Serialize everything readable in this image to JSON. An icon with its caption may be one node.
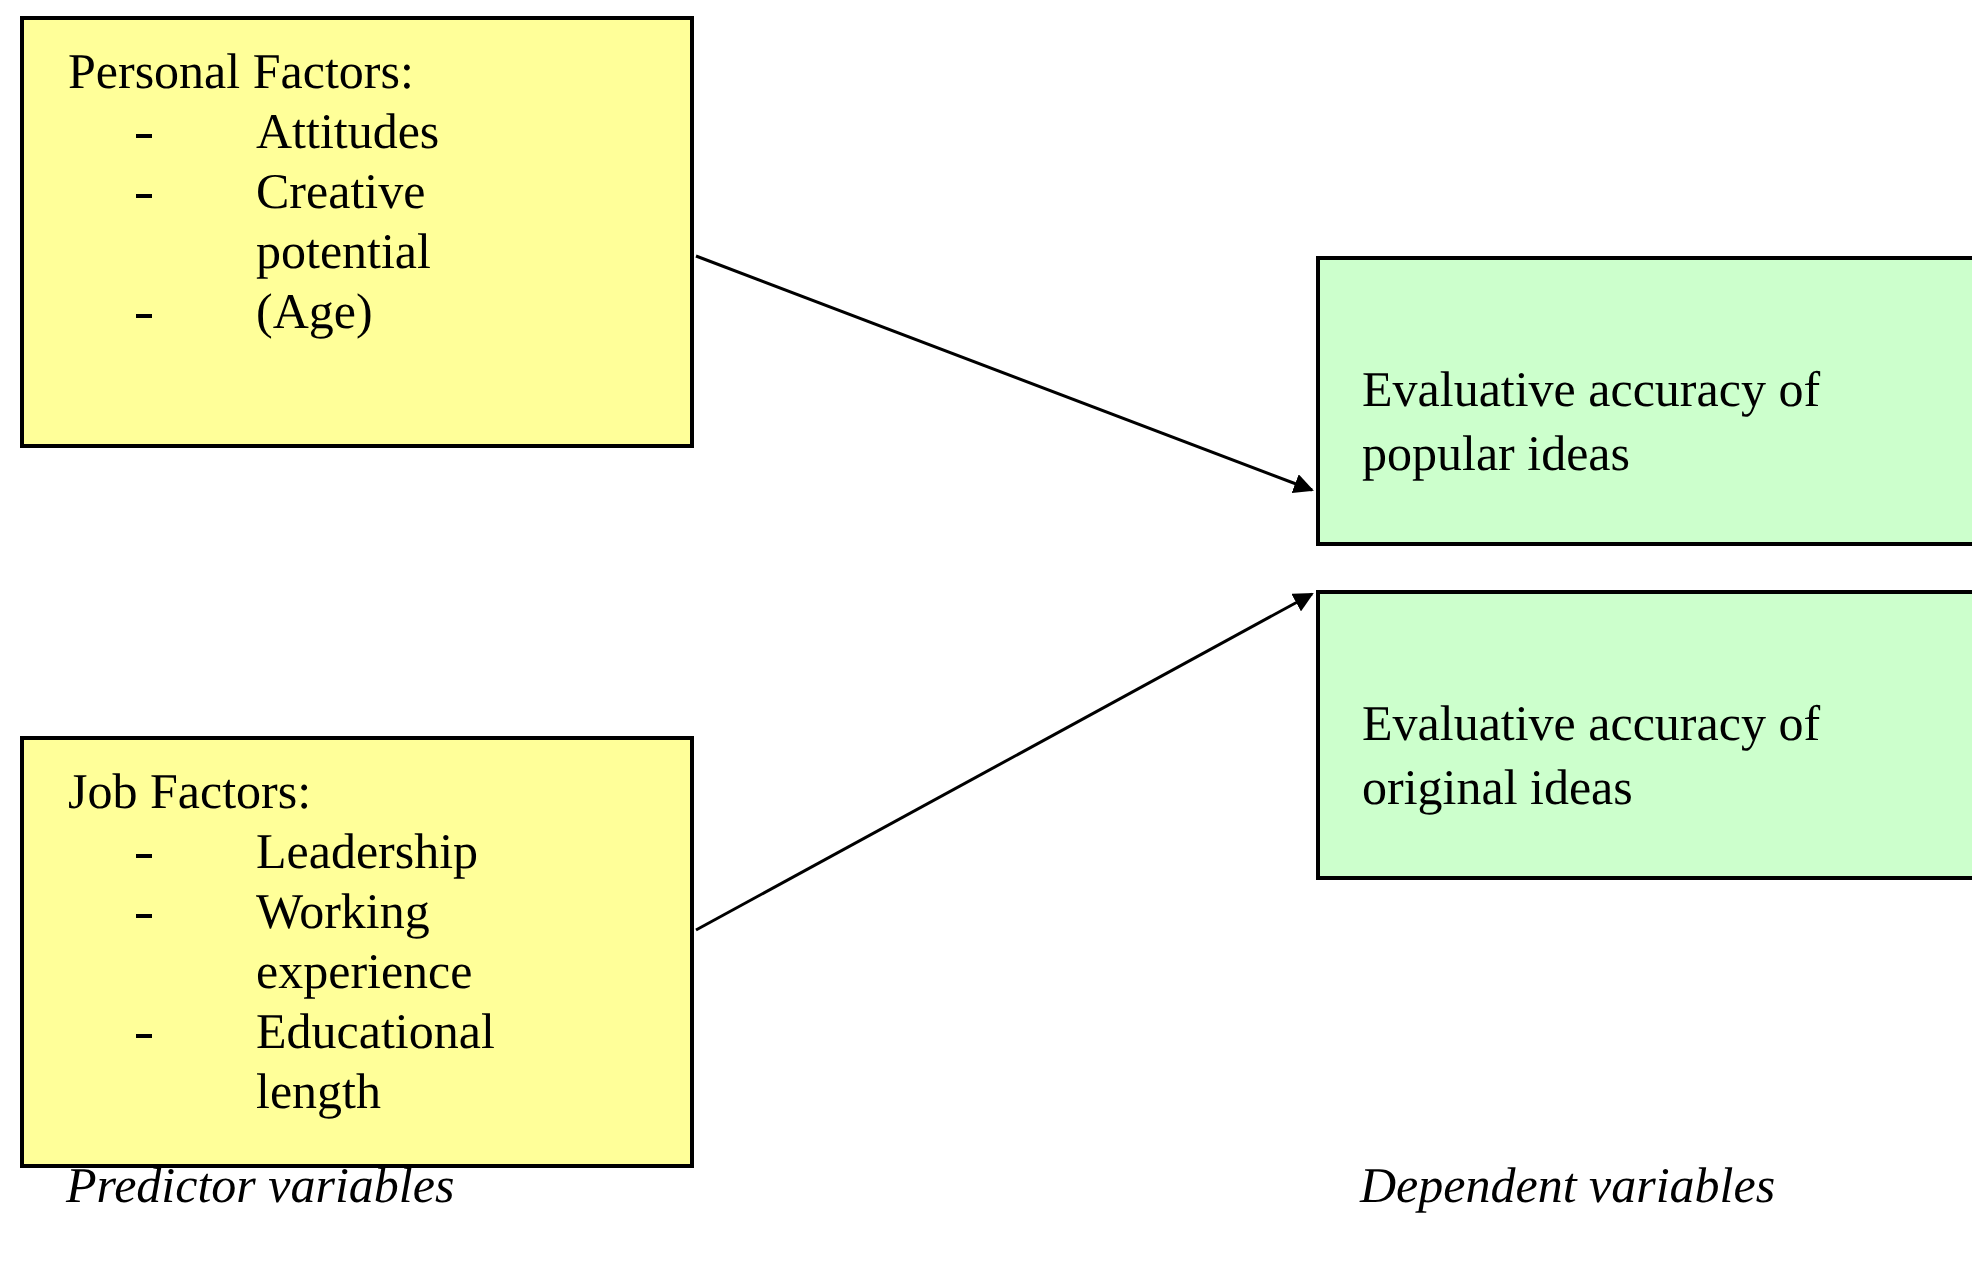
{
  "diagram": {
    "nodes": [
      {
        "text": [
          "Personal Factors:",
          "Attitudes",
          "Creative potential",
          "(Age)"
        ]
      },
      {
        "text": [
          "Job Factors:",
          "Leadership",
          "Working experience",
          "Educational length"
        ]
      },
      {
        "text": [
          "Evaluative accuracy of popular ideas"
        ]
      },
      {
        "text": [
          "Evaluative accuracy of original ideas"
        ]
      }
    ],
    "edges": [
      {
        "from": 0,
        "to": 2,
        "arrow": "to"
      },
      {
        "from": 1,
        "to": 3,
        "arrow": "to"
      }
    ],
    "labels": [
      "Predictor variables",
      "Dependent variables"
    ]
  }
}
